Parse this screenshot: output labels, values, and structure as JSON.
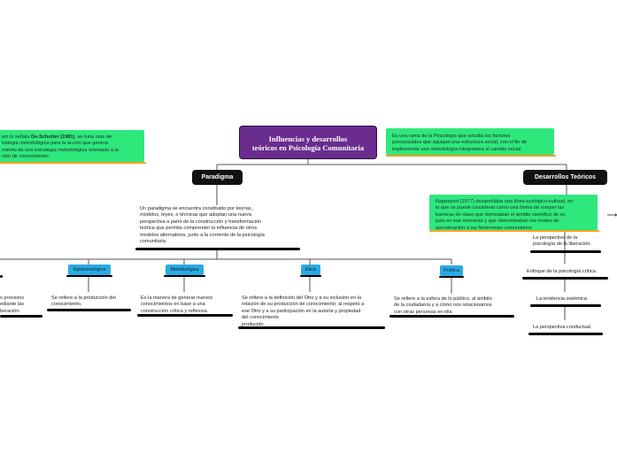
{
  "root": {
    "title_line1": "Influencias y desarrollos",
    "title_line2": "teóricos en Psicología Comunitaria"
  },
  "left_note": {
    "pre": "ien lo señala ",
    "author": "De-Schutter (1981)",
    "post": ", se trata mas de",
    "line2": "trategia metodológica para la acción que genera",
    "line3": "miento de una estrategia metodológica orientada a la",
    "line4": "ción de conocimiento."
  },
  "right_note": {
    "line1": "Es una rama de la Psicología que estudia los factores",
    "line2": "psicosociales que aquejan una estructura social, con el fin de",
    "line3": "implementar una metodología integradora al cambio social."
  },
  "paradigma": {
    "label": "Paradigma",
    "description": {
      "line1": "Un paradigma se  encuentra constituido por teorías ,",
      "line2": "modelos, leyes, o técnicas que adoptan una nueva",
      "line3": "perspectiva a partir de la construcción y transformación",
      "line4": "teórica que permita comprender la influencia de otros",
      "line5": "modelos alternativos, junto a la corriente de la psicología",
      "line6": "comunitaria."
    },
    "branches": {
      "left_cut": {
        "line1": "s procesos",
        "line2": "ediante las",
        "line3": "beración."
      },
      "epistemologica": {
        "label": "Epistemológica",
        "text_line1": "Se refiere a la producción del",
        "text_line2": "conocimiento."
      },
      "metodologica": {
        "label": "Metodológica",
        "text_line1": "Es la manera de generar nuevos",
        "text_line2": "conocimientos en base a una",
        "text_line3": "construcción crítica y reflexiva."
      },
      "etica": {
        "label": "Ética",
        "text_line1": "Se refiere a la definición del Otro y a su inclusión en la",
        "text_line2": "relación de su producción de conocimiento; al respeto a",
        "text_line3": "ese Otro y a su participación en la autoría y propiedad",
        "text_line4": "del conocimiento",
        "text_line5": " producido."
      },
      "politica": {
        "label": "Política",
        "text_line1": "Se refiere a la esfera de lo público, al ámbito",
        "text_line2": "de la ciudadanía y a cómo nos relacionamos",
        "text_line3": "con otras personas en ella"
      }
    }
  },
  "desarrollos": {
    "label": "Desarrollos Teóricos",
    "note": {
      "line1": "Rappaport (1977) desarrollaba una línea ecológico-cultural, en",
      "line2": "lo que se puede considerar como una forma de romper las",
      "line3": "barreras de clase que dominaban el ámbito científico de su",
      "line4": "país en ese momento y que determinaban los modos de",
      "line5": "aproximación a los fenómenos comunitarios"
    },
    "items": {
      "liberacion_line1": "La perspectiva de la",
      "liberacion_line2": "psicología de la liberación.",
      "critica": "Enfoque de la psicología crítica.",
      "sistemica": "La tendencia sistémica.",
      "conductual": "La perspectiva conductual"
    }
  }
}
